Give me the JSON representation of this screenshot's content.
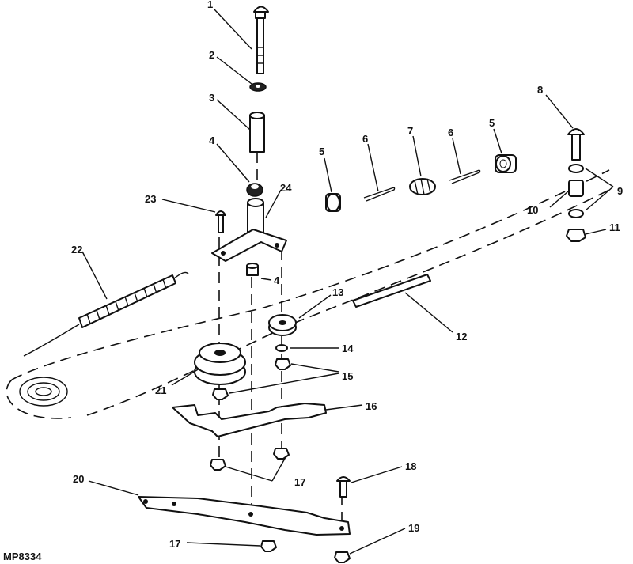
{
  "figure_code": "MP8334",
  "callouts": {
    "c1": "1",
    "c2": "2",
    "c3": "3",
    "c4a": "4",
    "c4b": "4",
    "c5a": "5",
    "c5b": "5",
    "c6a": "6",
    "c6b": "6",
    "c7": "7",
    "c8": "8",
    "c9": "9",
    "c10": "10",
    "c11": "11",
    "c12": "12",
    "c13": "13",
    "c14": "14",
    "c15": "15",
    "c16": "16",
    "c17a": "17",
    "c17b": "17",
    "c18": "18",
    "c19": "19",
    "c20": "20",
    "c21": "21",
    "c22": "22",
    "c23": "23",
    "c24": "24"
  }
}
